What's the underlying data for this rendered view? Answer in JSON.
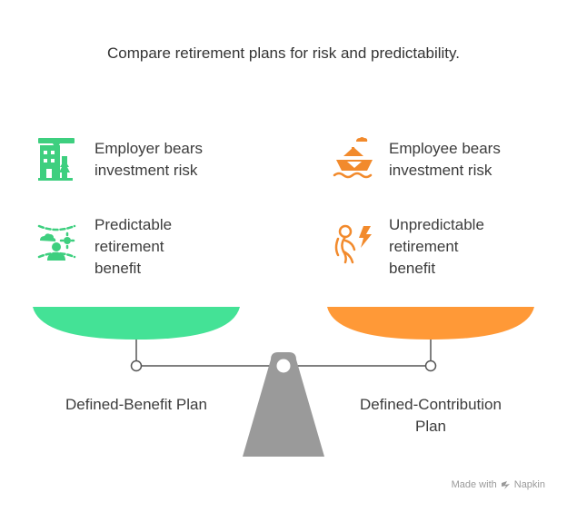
{
  "title": "Compare retirement plans for risk and predictability.",
  "left": {
    "items": [
      {
        "text": [
          "Employer bears",
          "investment risk"
        ],
        "icon": "office-building-icon"
      },
      {
        "text": [
          "Predictable",
          "retirement",
          "benefit"
        ],
        "icon": "person-weather-icon"
      }
    ],
    "plan_label": "Defined-Benefit Plan",
    "color": "#44e296",
    "icon_color": "#3ecf7f"
  },
  "right": {
    "items": [
      {
        "text": [
          "Employee bears",
          "investment risk"
        ],
        "icon": "sinking-ship-icon"
      },
      {
        "text": [
          "Unpredictable",
          "retirement",
          "benefit"
        ],
        "icon": "lightning-figure-icon"
      }
    ],
    "plan_label": [
      "Defined-Contribution",
      "Plan"
    ],
    "color": "#ff9937",
    "icon_color": "#f28a2c"
  },
  "scale_color": "#9a9a9a",
  "watermark": {
    "prefix": "Made with",
    "brand": "Napkin"
  }
}
